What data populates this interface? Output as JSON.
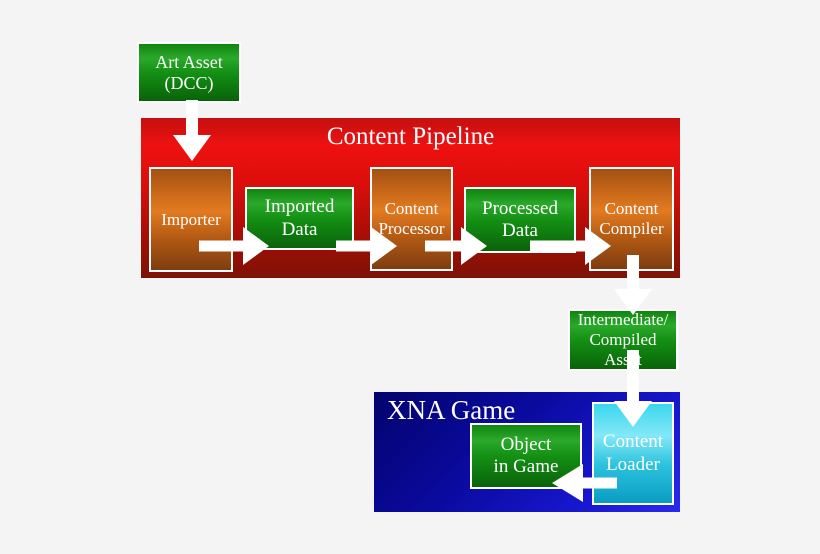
{
  "diagram": {
    "background_color": "#f4f4f4",
    "text_color": "#ffffff",
    "pipeline": {
      "title": "Content Pipeline",
      "fill_top": "#ee1111",
      "fill_bottom": "#7c1206"
    },
    "xna_game": {
      "title": "XNA Game",
      "fill_dark": "#03036e",
      "fill_bright": "#2a2aef"
    },
    "nodes": {
      "art_asset": {
        "label": "Art Asset\n(DCC)",
        "fill_top": "#2ba92b",
        "fill_bottom": "#096309"
      },
      "importer": {
        "label": "Importer",
        "fill_top": "#e27a20",
        "fill_bottom": "#7e3d0f"
      },
      "imported_data": {
        "label": "Imported Data",
        "fill_top": "#2ba92b",
        "fill_bottom": "#096309"
      },
      "content_processor": {
        "label": "Content\nProcessor",
        "fill_top": "#e27a20",
        "fill_bottom": "#7e3d0f"
      },
      "processed_data": {
        "label": "Processed\nData",
        "fill_top": "#2ba92b",
        "fill_bottom": "#096309"
      },
      "content_compiler": {
        "label": "Content\nCompiler",
        "fill_top": "#e27a20",
        "fill_bottom": "#7e3d0f"
      },
      "intermediate_asset": {
        "label": "Intermediate/\nCompiled\nAsset",
        "fill_top": "#2ba92b",
        "fill_bottom": "#096309"
      },
      "object_in_game": {
        "label": "Object\nin Game",
        "fill_top": "#2ba92b",
        "fill_bottom": "#096309"
      },
      "content_loader": {
        "label": "Content\nLoader",
        "fill_top": "#83e8f7",
        "fill_bottom": "#0a9dc3"
      }
    },
    "arrows": {
      "color": "#ffffff",
      "list": [
        {
          "name": "art-asset-to-importer",
          "direction": "down"
        },
        {
          "name": "importer-to-imported-data",
          "direction": "right"
        },
        {
          "name": "imported-data-to-content-processor",
          "direction": "right"
        },
        {
          "name": "content-processor-to-processed-data",
          "direction": "right"
        },
        {
          "name": "processed-data-to-content-compiler",
          "direction": "right"
        },
        {
          "name": "content-compiler-to-intermediate-asset",
          "direction": "down"
        },
        {
          "name": "intermediate-asset-to-content-loader",
          "direction": "down"
        },
        {
          "name": "content-loader-to-object-in-game",
          "direction": "left"
        }
      ]
    }
  }
}
